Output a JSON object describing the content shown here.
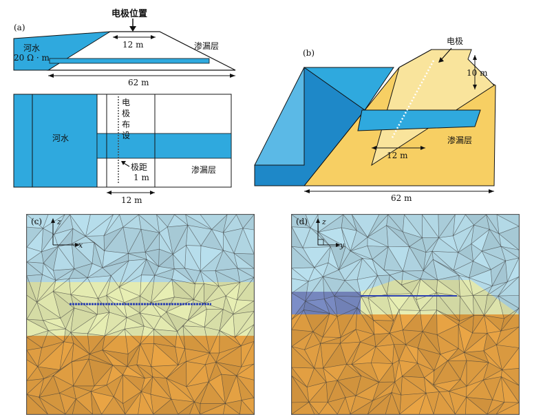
{
  "panel_a": {
    "label": "(a)",
    "electrode_position": "电极位置",
    "top_width": "12 m",
    "river": "河水",
    "resistivity": "20 Ω · m",
    "leak_layer": "渗漏层",
    "bottom_width": "62 m",
    "plan_river": "河水",
    "electrode_layout": [
      "电",
      "极",
      "布",
      "设"
    ],
    "spacing_label": "极距",
    "spacing_value": "1 m",
    "plan_leak_layer": "渗漏层",
    "plan_width": "12 m"
  },
  "panel_b": {
    "label": "(b)",
    "electrode": "电极",
    "height": "10 m",
    "leak_layer": "渗漏层",
    "top_width": "12 m",
    "bottom_width": "62 m"
  },
  "panel_c": {
    "label": "(c)",
    "axis_z": "z",
    "axis_x": "x"
  },
  "panel_d": {
    "label": "(d)",
    "axis_z": "z",
    "axis_y": "y"
  },
  "colors": {
    "water": "#2fa9de",
    "water_light": "#a9d8ea",
    "leak_yellow": "#f7cf63",
    "leak_light": "#f9e49c",
    "mesh_blue": "#b9e0ee",
    "mesh_green": "#e8efb4",
    "mesh_orange": "#eaa545",
    "electrode_blue": "#2a3fb0"
  }
}
